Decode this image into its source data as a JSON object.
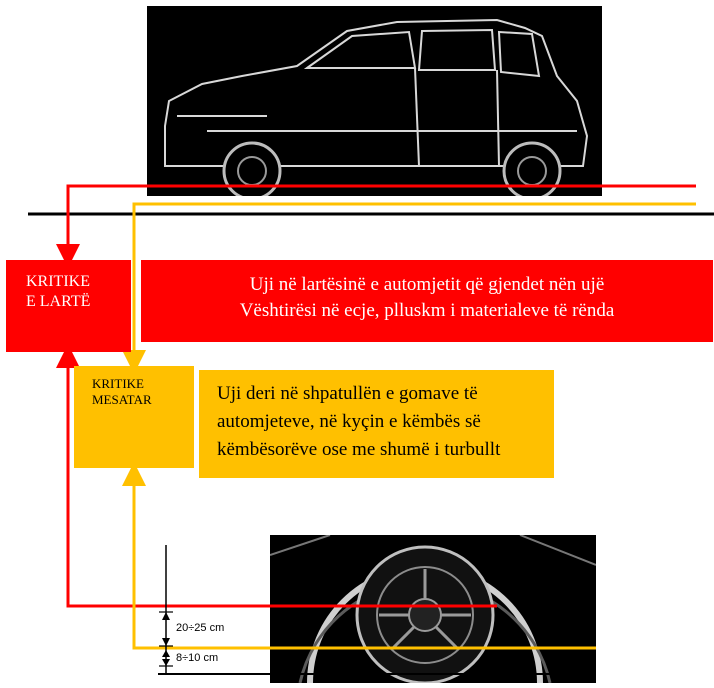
{
  "boxes": {
    "critical_high": {
      "line1": "KRITIKE",
      "line2": "E LARTË"
    },
    "critical_high_desc": {
      "line1": "Uji në lartësinë e automjetit që gjendet nën ujë",
      "line2": "Vështirësi në ecje, plluskm  i materialeve të rënda"
    },
    "critical_medium": {
      "line1": "KRITIKE",
      "line2": "MESATAR"
    },
    "critical_medium_desc": {
      "line1": "Uji deri në shpatullën e gomave të",
      "line2": "automjeteve, në kyçin e këmbës së",
      "line3": "këmbësorëve ose me shumë i turbullt"
    }
  },
  "measurements": {
    "upper": "20÷25 cm",
    "lower": "8÷10 cm"
  },
  "colors": {
    "red": "#ff0000",
    "yellow": "#ffc000",
    "black": "#000000"
  }
}
